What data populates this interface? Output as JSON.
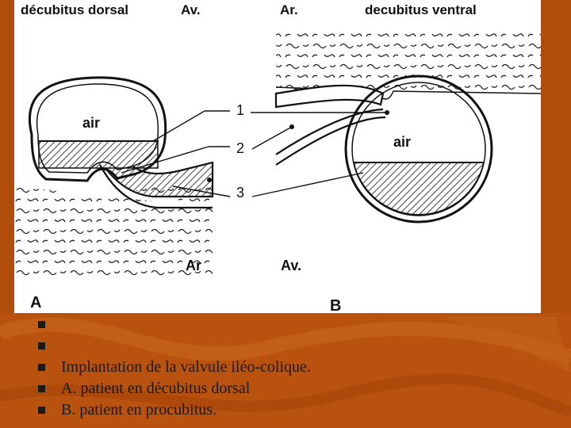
{
  "figure": {
    "panel_a": {
      "title": "décubitus dorsal",
      "front_label": "Av.",
      "back_label": "Ar",
      "air_label": "air",
      "letter": "A"
    },
    "panel_b": {
      "back_label": "Ar.",
      "title": "decubitus ventral",
      "air_label": "air",
      "front_label": "Av.",
      "letter": "B"
    },
    "callouts": [
      "1",
      "2",
      "3"
    ]
  },
  "bullets": [
    "",
    "",
    "Implantation de la valvule iléo-colique.",
    "A. patient en décubitus dorsal",
    "B. patient en procubitus."
  ],
  "colors": {
    "background": "#b8520e",
    "panel": "#ffffff",
    "ink": "#111111"
  }
}
